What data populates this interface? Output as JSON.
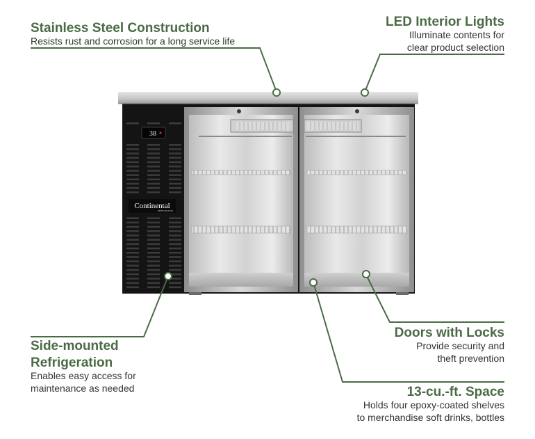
{
  "colors": {
    "accent": "#4a6b45",
    "text": "#333333",
    "cabinet": "#141414",
    "steel": "#c9c9c9"
  },
  "product": {
    "brand_logo": "Continental",
    "brand_sub": "REFRIGERATOR",
    "temperature_display": "38"
  },
  "callouts": {
    "stainless": {
      "title": "Stainless Steel Construction",
      "desc": "Resists rust and corrosion for a long service life"
    },
    "led": {
      "title": "LED Interior Lights",
      "desc_line1": "Illuminate contents for",
      "desc_line2": "clear product selection"
    },
    "side": {
      "title_line1": "Side-mounted",
      "title_line2": "Refrigeration",
      "desc_line1": "Enables easy access for",
      "desc_line2": "maintenance as needed"
    },
    "doors": {
      "title": "Doors with Locks",
      "desc_line1": "Provide security and",
      "desc_line2": "theft prevention"
    },
    "space": {
      "title": "13-cu.-ft. Space",
      "desc_line1": "Holds four epoxy-coated shelves",
      "desc_line2": "to merchandise soft drinks, bottles"
    }
  }
}
